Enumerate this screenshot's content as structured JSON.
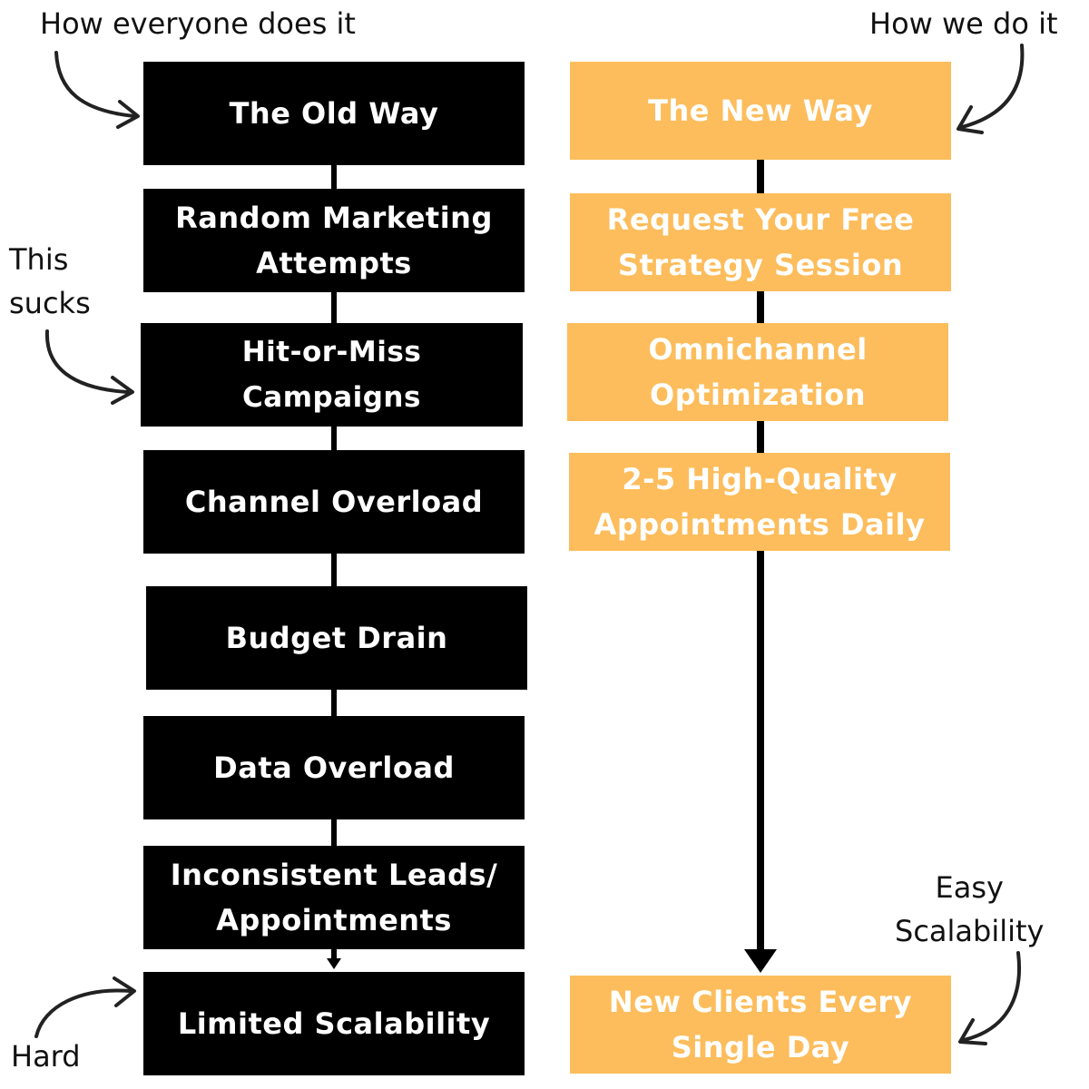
{
  "colors": {
    "old_fill": "#000000",
    "old_text": "#ffffff",
    "new_fill": "#fdbd5c",
    "new_text": "#ffffff",
    "line": "#000000"
  },
  "annotations": {
    "how_everyone": "How everyone does it",
    "how_we": "How we do it",
    "this_sucks": "This\nsucks",
    "hard": "Hard",
    "easy_scalability": "Easy\nScalability"
  },
  "old_way": {
    "steps": [
      "The Old Way",
      "Random Marketing\nAttempts",
      "Hit-or-Miss Campaigns",
      "Channel Overload",
      "Budget Drain",
      "Data Overload",
      "Inconsistent Leads/\nAppointments",
      "Limited Scalability"
    ]
  },
  "new_way": {
    "steps": [
      "The New Way",
      "Request Your Free\nStrategy Session",
      "Omnichannel\nOptimization",
      "2-5 High-Quality\nAppointments Daily",
      "New Clients Every\nSingle Day"
    ]
  }
}
